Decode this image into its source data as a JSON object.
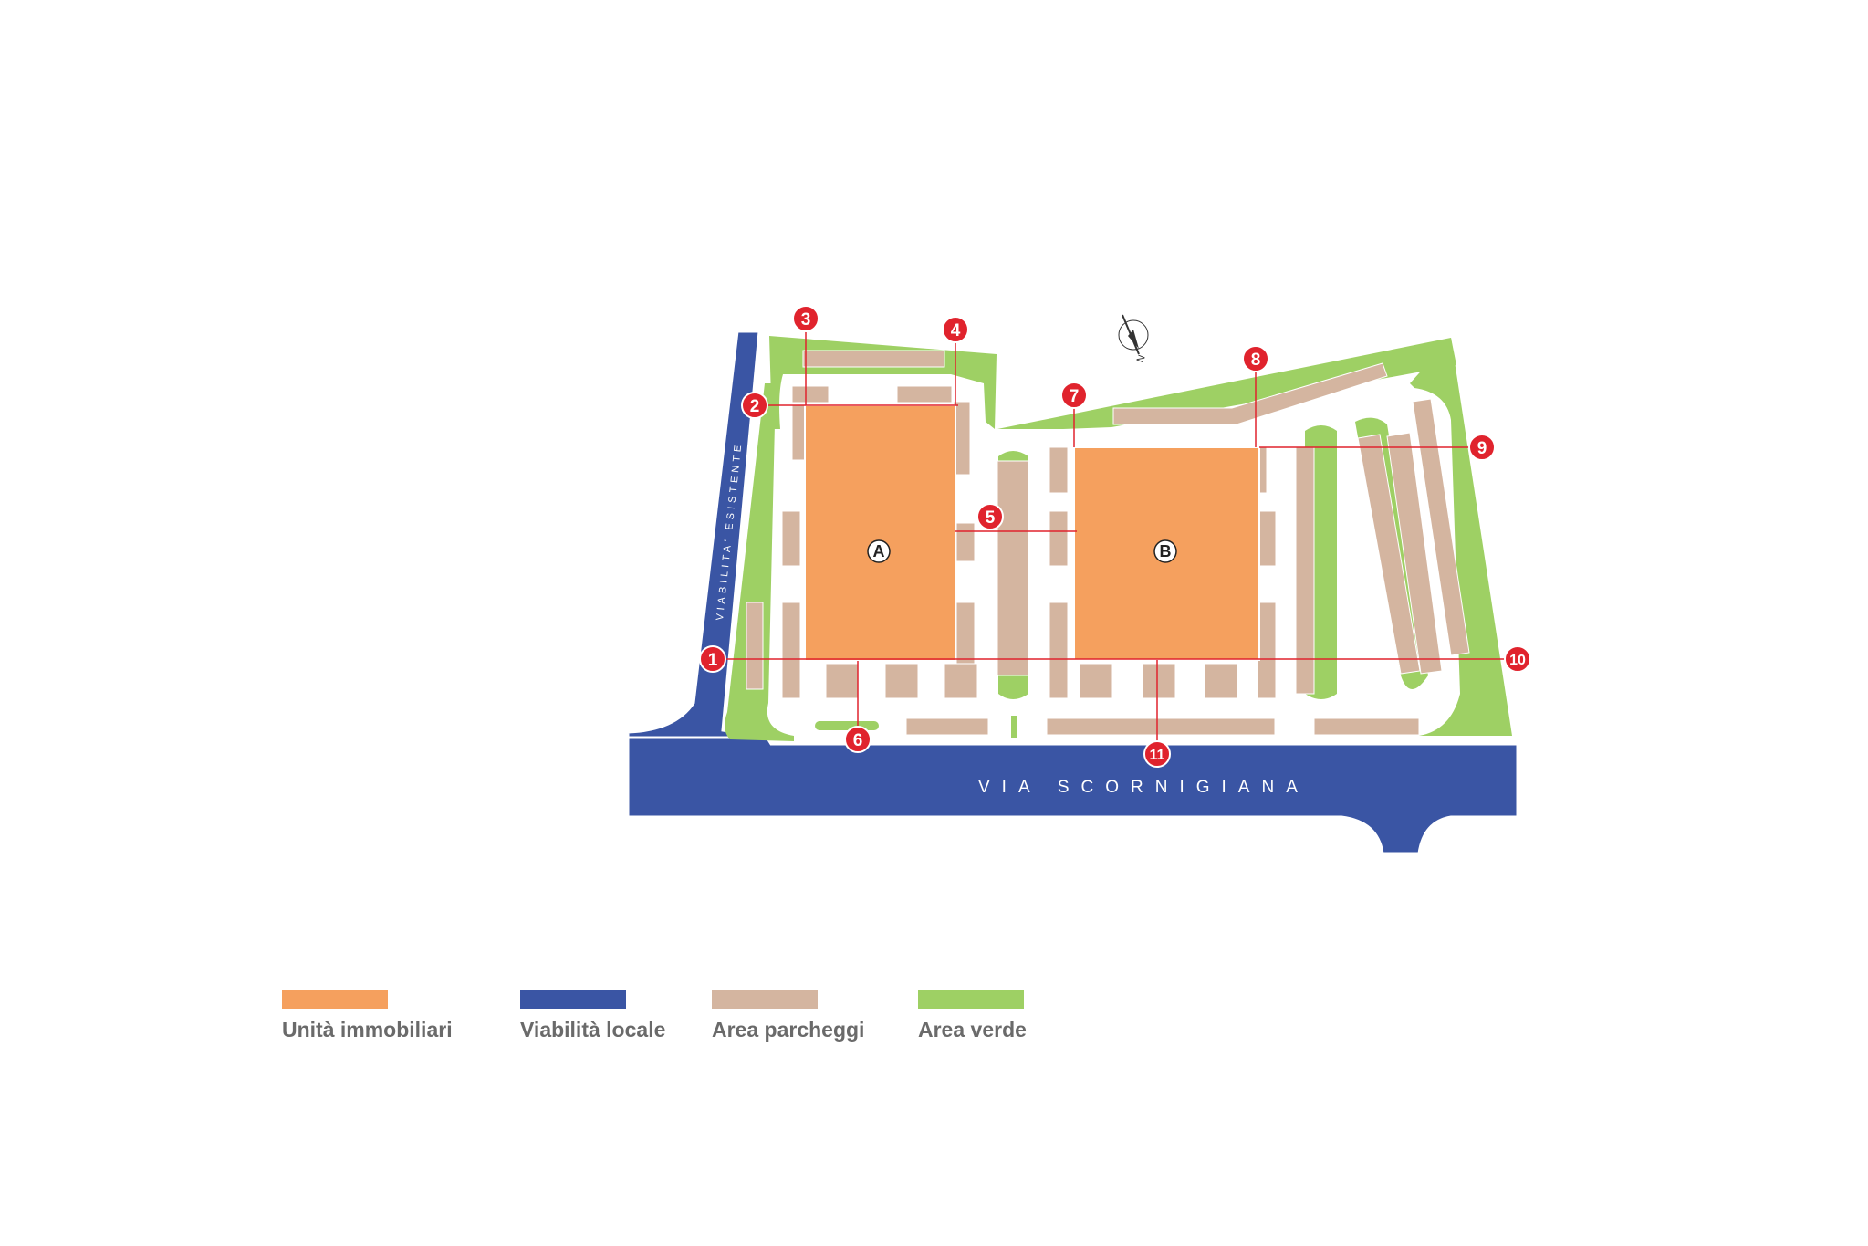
{
  "map": {
    "roads": {
      "main_road_label": "VIA SCORNIGIANA",
      "side_road_label": "VIABILITA' ESISTENTE"
    },
    "buildings": [
      {
        "id": "A",
        "label": "A"
      },
      {
        "id": "B",
        "label": "B"
      }
    ],
    "markers": [
      "1",
      "2",
      "3",
      "4",
      "5",
      "6",
      "7",
      "8",
      "9",
      "10",
      "11"
    ],
    "north_label": "N",
    "colors": {
      "building": "#f5a05e",
      "road": "#3a55a4",
      "parking": "#d4b5a0",
      "green": "#9ed064",
      "marker": "#e0232d",
      "section_line": "#e0232d"
    }
  },
  "legend": [
    {
      "label": "Unità immobiliari",
      "color": "#f5a05e"
    },
    {
      "label": "Viabilità locale",
      "color": "#3a55a4"
    },
    {
      "label": "Area parcheggi",
      "color": "#d4b5a0"
    },
    {
      "label": "Area verde",
      "color": "#9ed064"
    }
  ]
}
